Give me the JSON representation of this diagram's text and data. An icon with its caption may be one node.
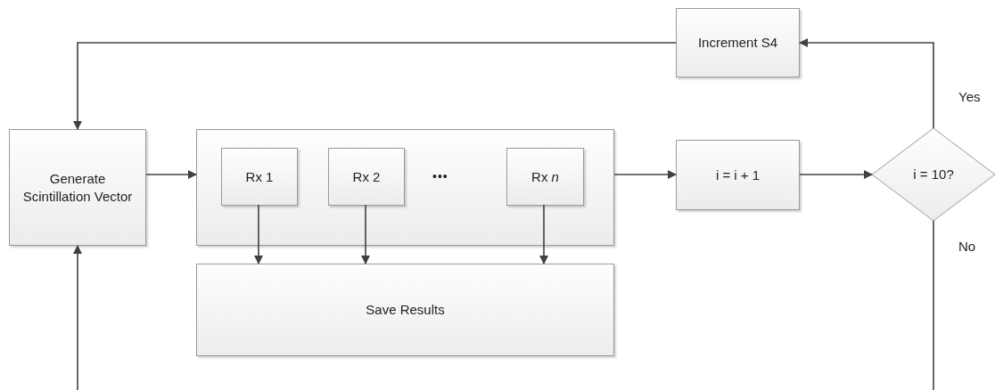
{
  "diagram": {
    "nodes": [
      {
        "text": [
          "Generate Scintillation Vector"
        ]
      },
      {
        "text": [],
        "shape": "box"
      },
      {
        "text": [
          "Rx 1"
        ],
        "in": 1
      },
      {
        "text": [
          "Rx 2"
        ],
        "in": 1
      },
      {
        "text": [
          "Rx *n*"
        ],
        "in": 1
      },
      {
        "text": [
          "Save Results"
        ]
      },
      {
        "text": [
          "i = i + 1"
        ]
      },
      {
        "text": [
          "i = 10?"
        ]
      },
      {
        "text": [
          "Increment S4"
        ]
      }
    ],
    "edges": [
      {
        "from": 0,
        "to": 1,
        "arrow": "to"
      },
      {
        "from": 1,
        "to": 6,
        "arrow": "to"
      },
      {
        "from": 6,
        "to": 7,
        "arrow": "to"
      },
      {
        "from": 7,
        "to": 8,
        "arrow": "to",
        "label": "Yes"
      },
      {
        "from": 8,
        "to": 0,
        "arrow": "to"
      },
      {
        "from": 2,
        "to": 5,
        "arrow": "to"
      },
      {
        "from": 3,
        "to": 5,
        "arrow": "to"
      },
      {
        "from": 4,
        "to": 5,
        "arrow": "to"
      },
      {
        "from": 7,
        "to": null,
        "arrow": "none",
        "label": "No"
      },
      {
        "from": null,
        "to": 0,
        "arrow": "to"
      }
    ],
    "labels": [
      "•••"
    ]
  }
}
